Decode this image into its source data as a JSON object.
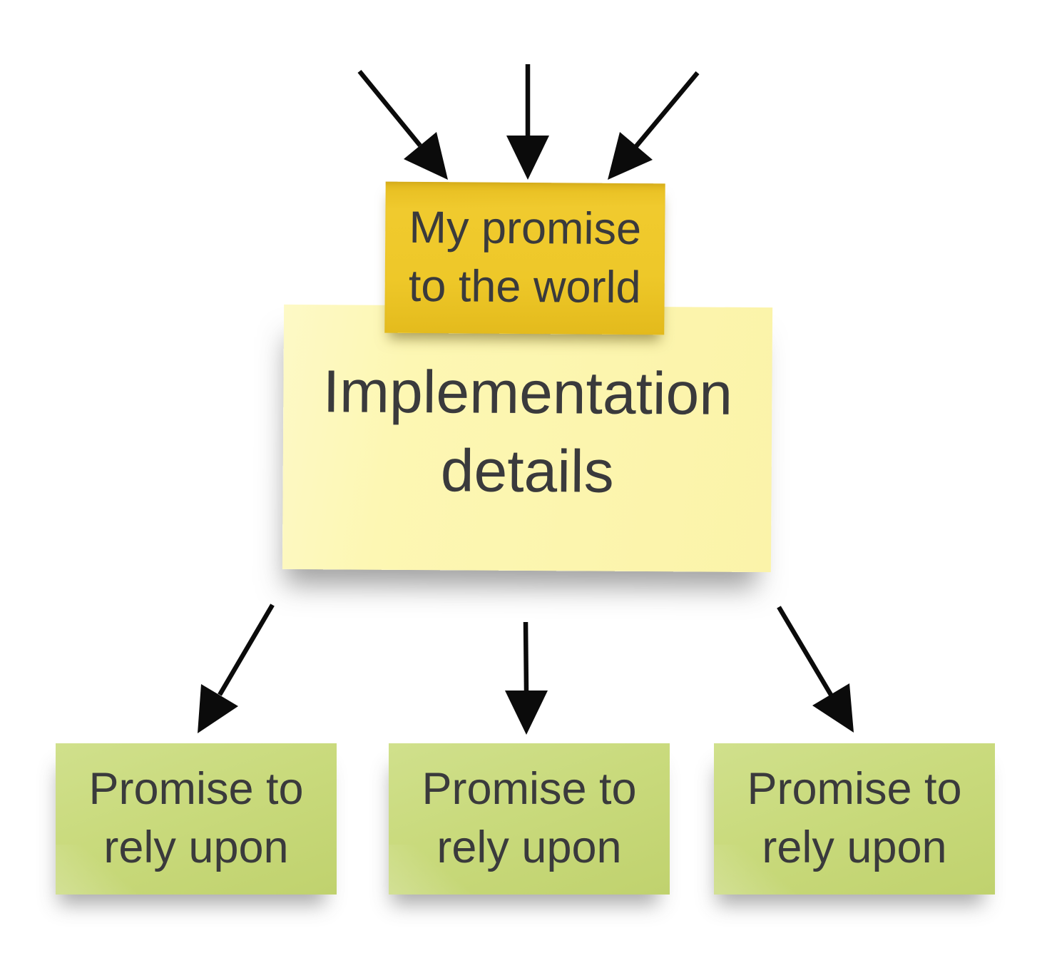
{
  "colors": {
    "background": "#ffffff",
    "text": "#3a3a3c",
    "arrow": "#0b0b0b",
    "top_note": "#eec829",
    "middle_note": "#fdf7b3",
    "bottom_note": "#c9da7c"
  },
  "notes": {
    "top": {
      "label": "My promise to the world"
    },
    "middle": {
      "label": "Implementation details"
    },
    "bottom": [
      {
        "label": "Promise to rely upon"
      },
      {
        "label": "Promise to rely upon"
      },
      {
        "label": "Promise to rely upon"
      }
    ]
  },
  "arrows": {
    "incoming_to_top_note": 3,
    "outgoing_from_middle_note": 3,
    "direction": "down"
  }
}
